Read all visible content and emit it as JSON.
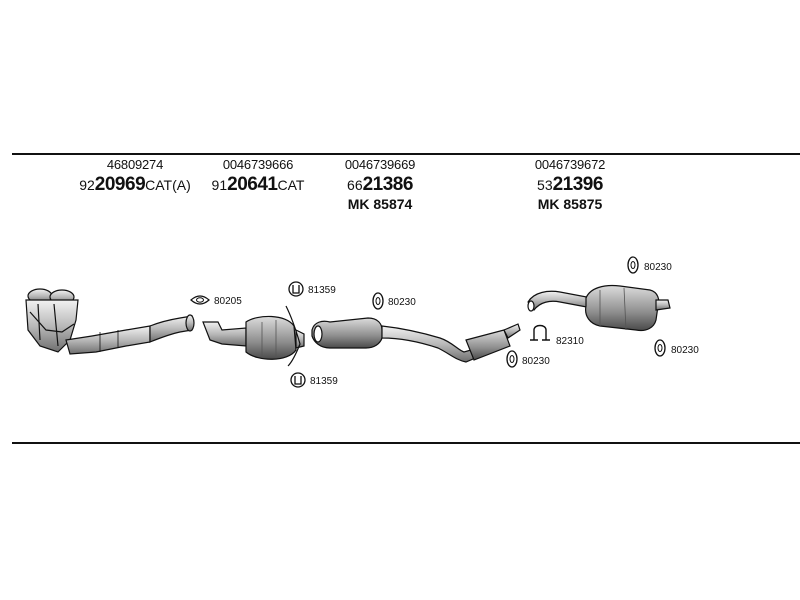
{
  "sections": [
    {
      "ref": "46809274",
      "prefix": "92",
      "number": "20969",
      "suffix": "CAT(A)",
      "mk": ""
    },
    {
      "ref": "0046739666",
      "prefix": "91",
      "number": "20641",
      "suffix": "CAT",
      "mk": ""
    },
    {
      "ref": "0046739669",
      "prefix": "66",
      "number": "21386",
      "suffix": "",
      "mk": "MK  85874"
    },
    {
      "ref": "0046739672",
      "prefix": "53",
      "number": "21396",
      "suffix": "",
      "mk": "MK  85875"
    }
  ],
  "callouts": {
    "gasket_1": "80205",
    "clamp_1": "81359",
    "clamp_2": "81359",
    "hanger_1": "80230",
    "hanger_2": "80230",
    "hanger_3": "80230",
    "hanger_4": "80230",
    "clamp_3": "82310"
  },
  "icons": {
    "gasket": "ring-gasket-icon",
    "clamp": "clamp-icon",
    "hanger": "rubber-hanger-icon"
  }
}
